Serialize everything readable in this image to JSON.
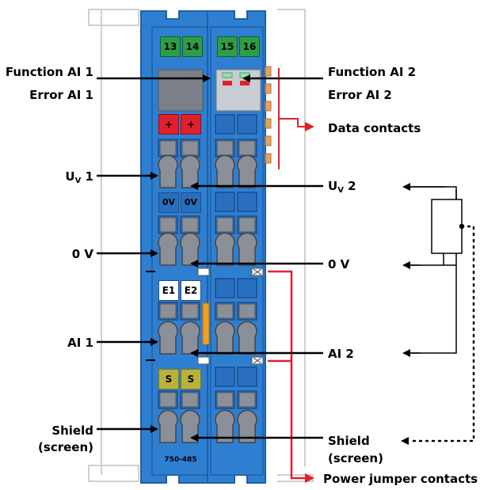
{
  "terminals_top": [
    "13",
    "14",
    "15",
    "16"
  ],
  "module_terminals": {
    "plus_1": "+",
    "plus_2": "+",
    "zero_v_1": "0V",
    "zero_v_2": "0V",
    "e1": "E1",
    "e2": "E2",
    "s1": "S",
    "s2": "S"
  },
  "part_number": "750-485",
  "labels": {
    "function_ai1": "Function AI 1",
    "error_ai1": "Error AI 1",
    "function_ai2": "Function AI 2",
    "error_ai2": "Error AI 2",
    "data_contacts": "Data contacts",
    "uv1_main": "U",
    "uv1_sub": "V",
    "uv1_num": " 1",
    "uv2_main": "U",
    "uv2_sub": "V",
    "uv2_num": " 2",
    "zero_v_left": "0 V",
    "zero_v_right": "0 V",
    "ai1": "AI 1",
    "ai2": "AI 2",
    "shield_left_1": "Shield",
    "shield_left_2": "(screen)",
    "shield_right_1": "Shield",
    "shield_right_2": "(screen)",
    "power_jumper_contacts": "Power jumper contacts"
  },
  "colors": {
    "module_blue": "#2f7fd1",
    "module_dark": "#1f5fa8",
    "terminal_green": "#2e9e45",
    "led_red": "#e0202a",
    "shield_yellow": "#b8b23a",
    "arrow_red": "#e0202a",
    "outline_gray": "#cccccc"
  }
}
